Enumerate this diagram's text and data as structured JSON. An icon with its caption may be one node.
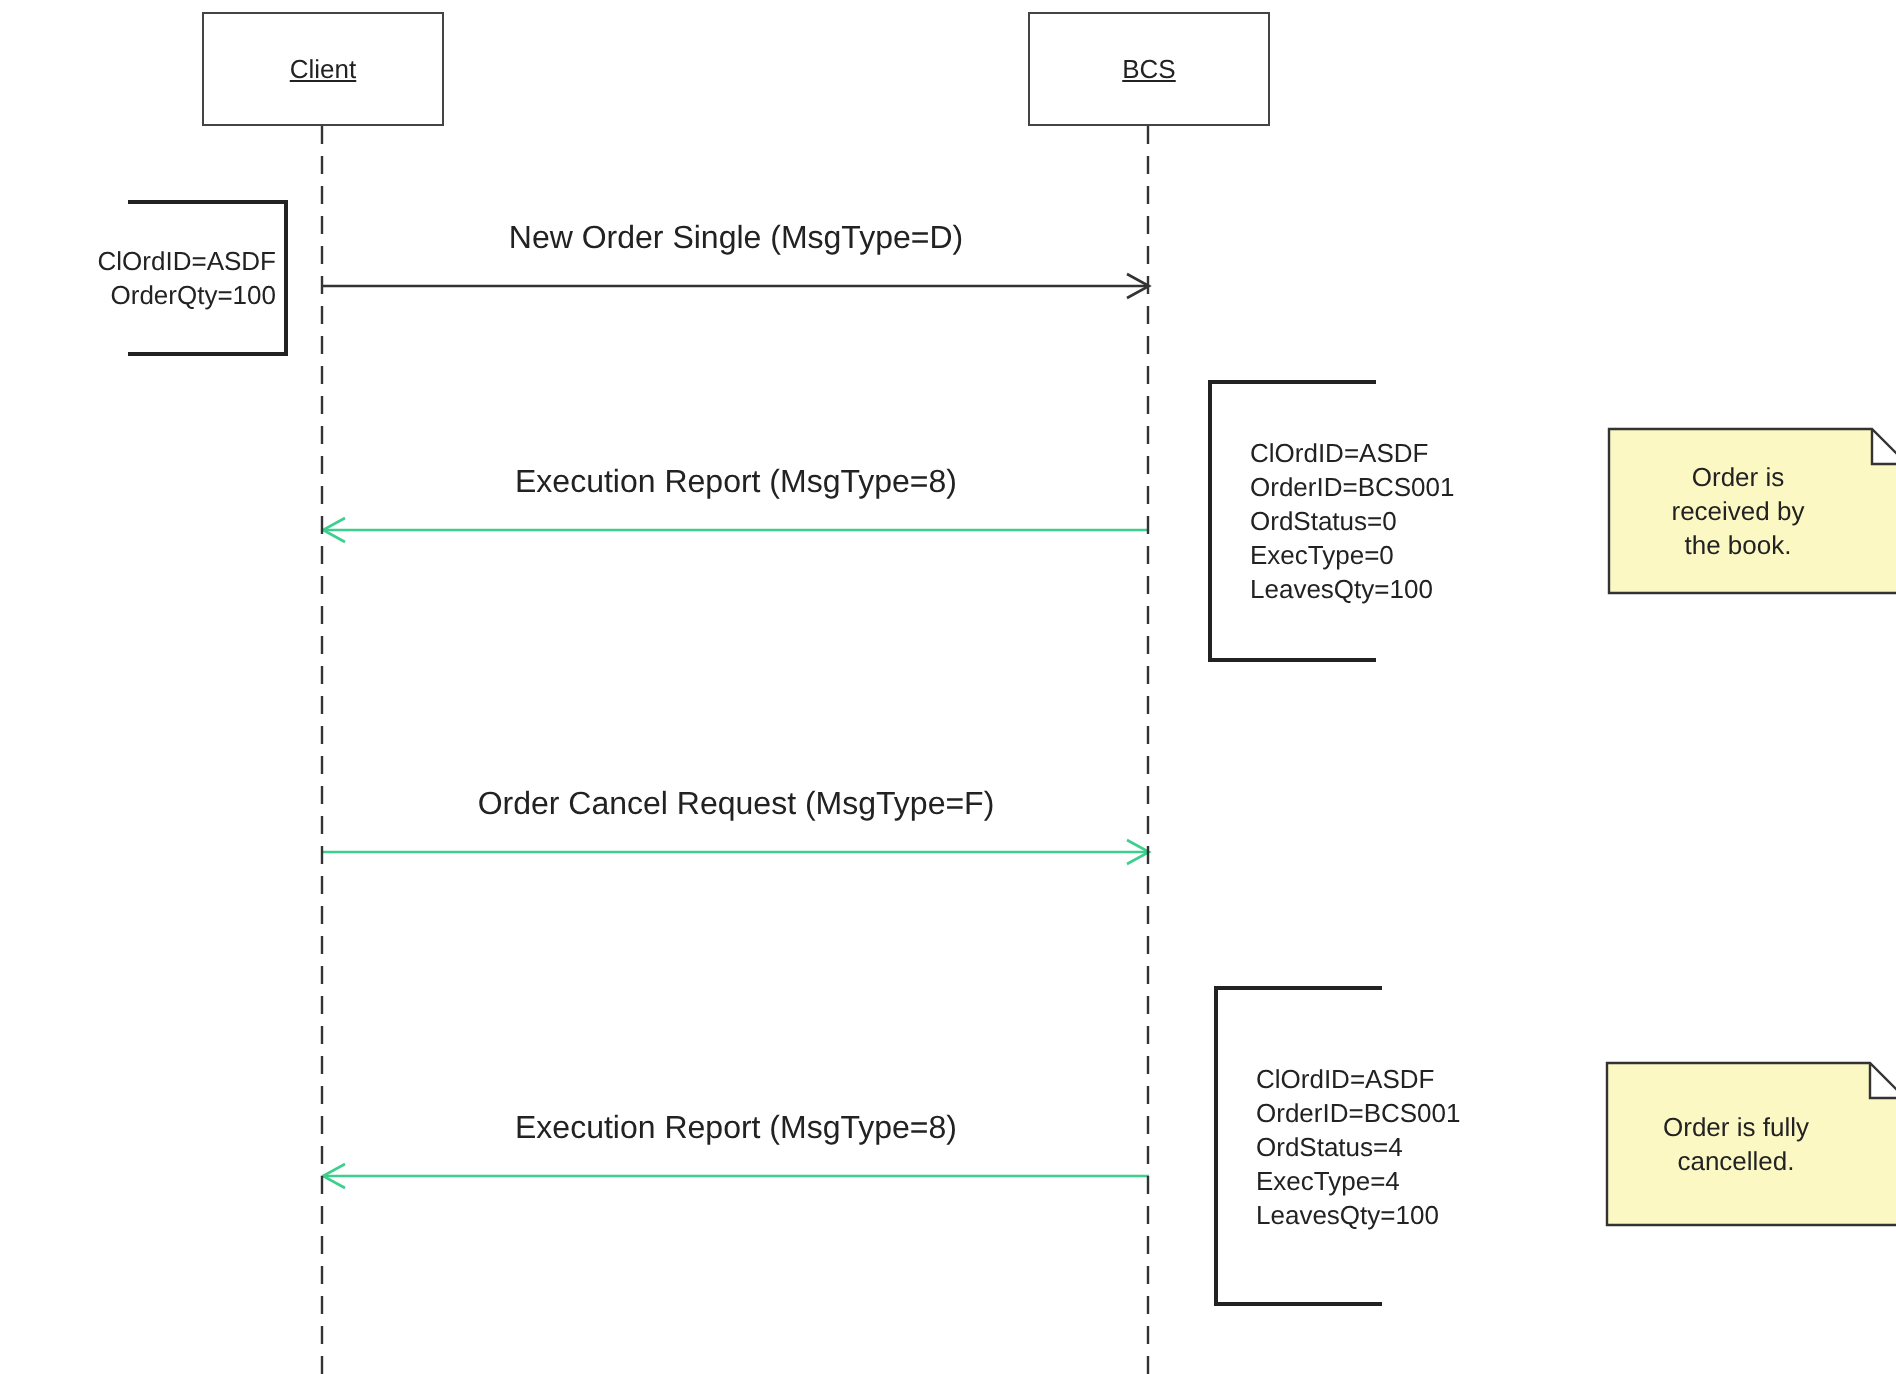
{
  "diagram": {
    "nodes": [
      {
        "text": [
          "Client"
        ]
      },
      {
        "text": [
          "BCS"
        ]
      },
      {
        "text": [
          "ClOrdID=ASDF",
          "OrderQty=100"
        ]
      },
      {
        "text": [
          "ClOrdID=ASDF",
          "OrderID=BCS001",
          "OrdStatus=0",
          "ExecType=0",
          "LeavesQty=100"
        ]
      },
      {
        "text": [
          "Order is received by the book."
        ]
      },
      {
        "text": [
          "ClOrdID=ASDF",
          "OrderID=BCS001",
          "OrdStatus=4",
          "ExecType=4",
          "LeavesQty=100"
        ]
      },
      {
        "text": [
          "Order is fully cancelled."
        ]
      }
    ],
    "edges": [
      {
        "from": 0,
        "to": 1,
        "arrow": "to",
        "label": "New Order Single (MsgType=D)",
        "color": "#333333"
      },
      {
        "from": 1,
        "to": 0,
        "arrow": "to",
        "label": "Execution Report (MsgType=8)"
      },
      {
        "from": 0,
        "to": 1,
        "arrow": "to",
        "label": "Order Cancel Request (MsgType=F)"
      },
      {
        "from": 1,
        "to": 0,
        "arrow": "to",
        "label": "Execution Report (MsgType=8)"
      }
    ]
  }
}
